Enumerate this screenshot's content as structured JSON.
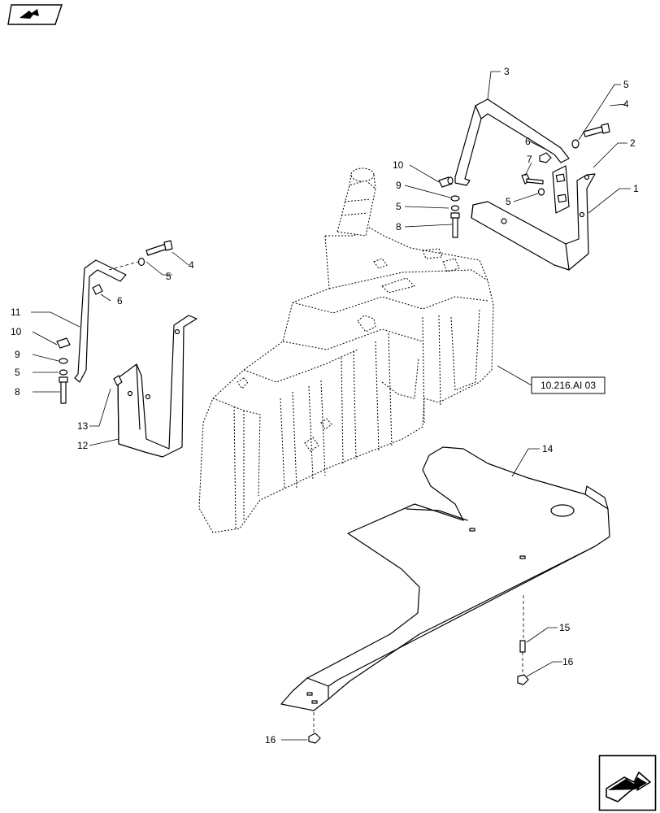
{
  "callouts": {
    "c1": "1",
    "c2": "2",
    "c3": "3",
    "c4a": "4",
    "c5a": "5",
    "c6a": "6",
    "c7": "7",
    "c5b": "5",
    "c8a": "8",
    "c9a": "9",
    "c10a": "10",
    "c4b": "4",
    "c5c": "5",
    "c6b": "6",
    "c11": "11",
    "c10b": "10",
    "c9b": "9",
    "c5d": "5",
    "c8b": "8",
    "c13": "13",
    "c12": "12",
    "c14": "14",
    "c15": "15",
    "c16a": "16",
    "c16b": "16"
  },
  "reference": "10.216.AI 03",
  "icons": {
    "top_left": "forward-arrow-icon",
    "bottom_right": "next-page-icon"
  }
}
